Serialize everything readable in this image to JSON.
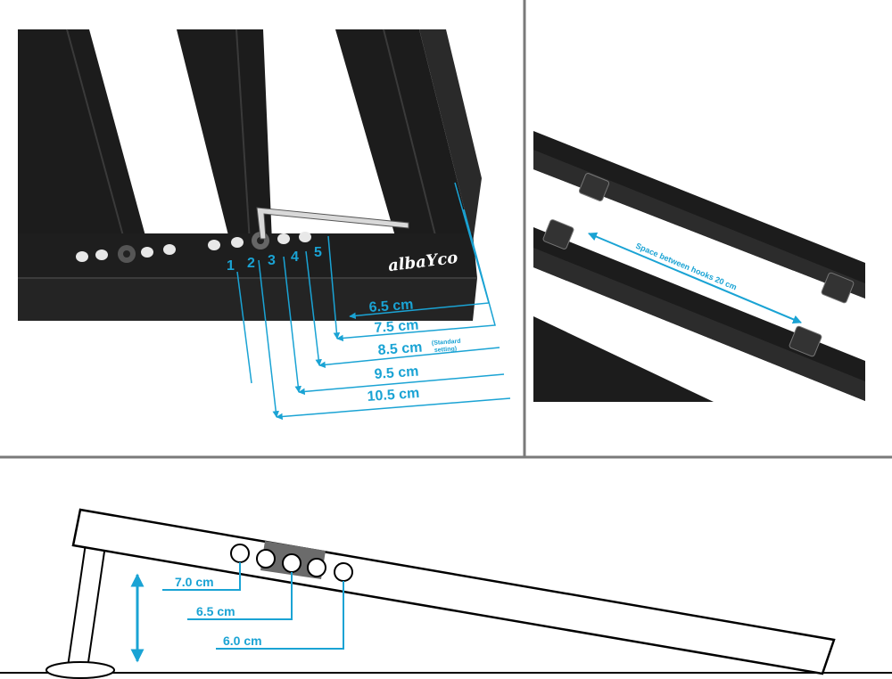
{
  "colors": {
    "accent": "#1aa3d4",
    "frame": "#1c1c1c",
    "divider": "#7a7a7a"
  },
  "top_left_panel": {
    "logo": "albaYco",
    "hole_numbers": [
      "1",
      "2",
      "3",
      "4",
      "5"
    ],
    "measurements": [
      "6.5 cm",
      "7.5 cm",
      "8.5 cm",
      "9.5 cm",
      "10.5 cm"
    ],
    "standard_note_line1": "(Standard",
    "standard_note_line2": "setting)"
  },
  "top_right_panel": {
    "hook_spacing_label": "Space between hooks 20 cm"
  },
  "bottom_panel": {
    "height_labels": [
      "7.0 cm",
      "6.5 cm",
      "6.0 cm"
    ]
  }
}
